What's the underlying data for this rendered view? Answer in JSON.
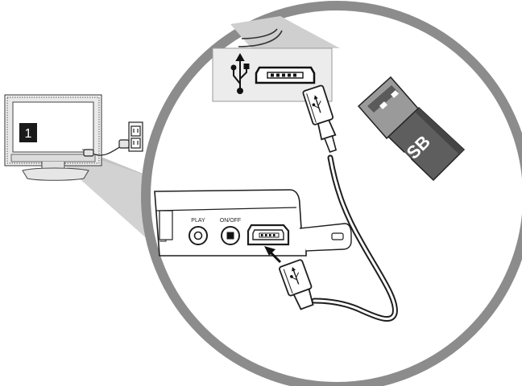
{
  "step": {
    "number": "1"
  },
  "device_labels": {
    "play": "PLAY",
    "on_off": "ON/OFF"
  },
  "usb_stick": {
    "label": "USB"
  },
  "colors": {
    "zoom_circle": "#8c8c8c",
    "wedge_shadow": "#cfcfcf",
    "stick_body": "#5e5e5e",
    "stick_connector": "#9a9a9a",
    "step_badge": "#1a1a1a",
    "line_art": "#1e1e1e"
  },
  "icons": [
    "usb-trident-icon",
    "mini-usb-port-icon",
    "usb-flash-drive-icon",
    "power-outlet-icon",
    "monitor-icon",
    "usb-cable-icon"
  ]
}
